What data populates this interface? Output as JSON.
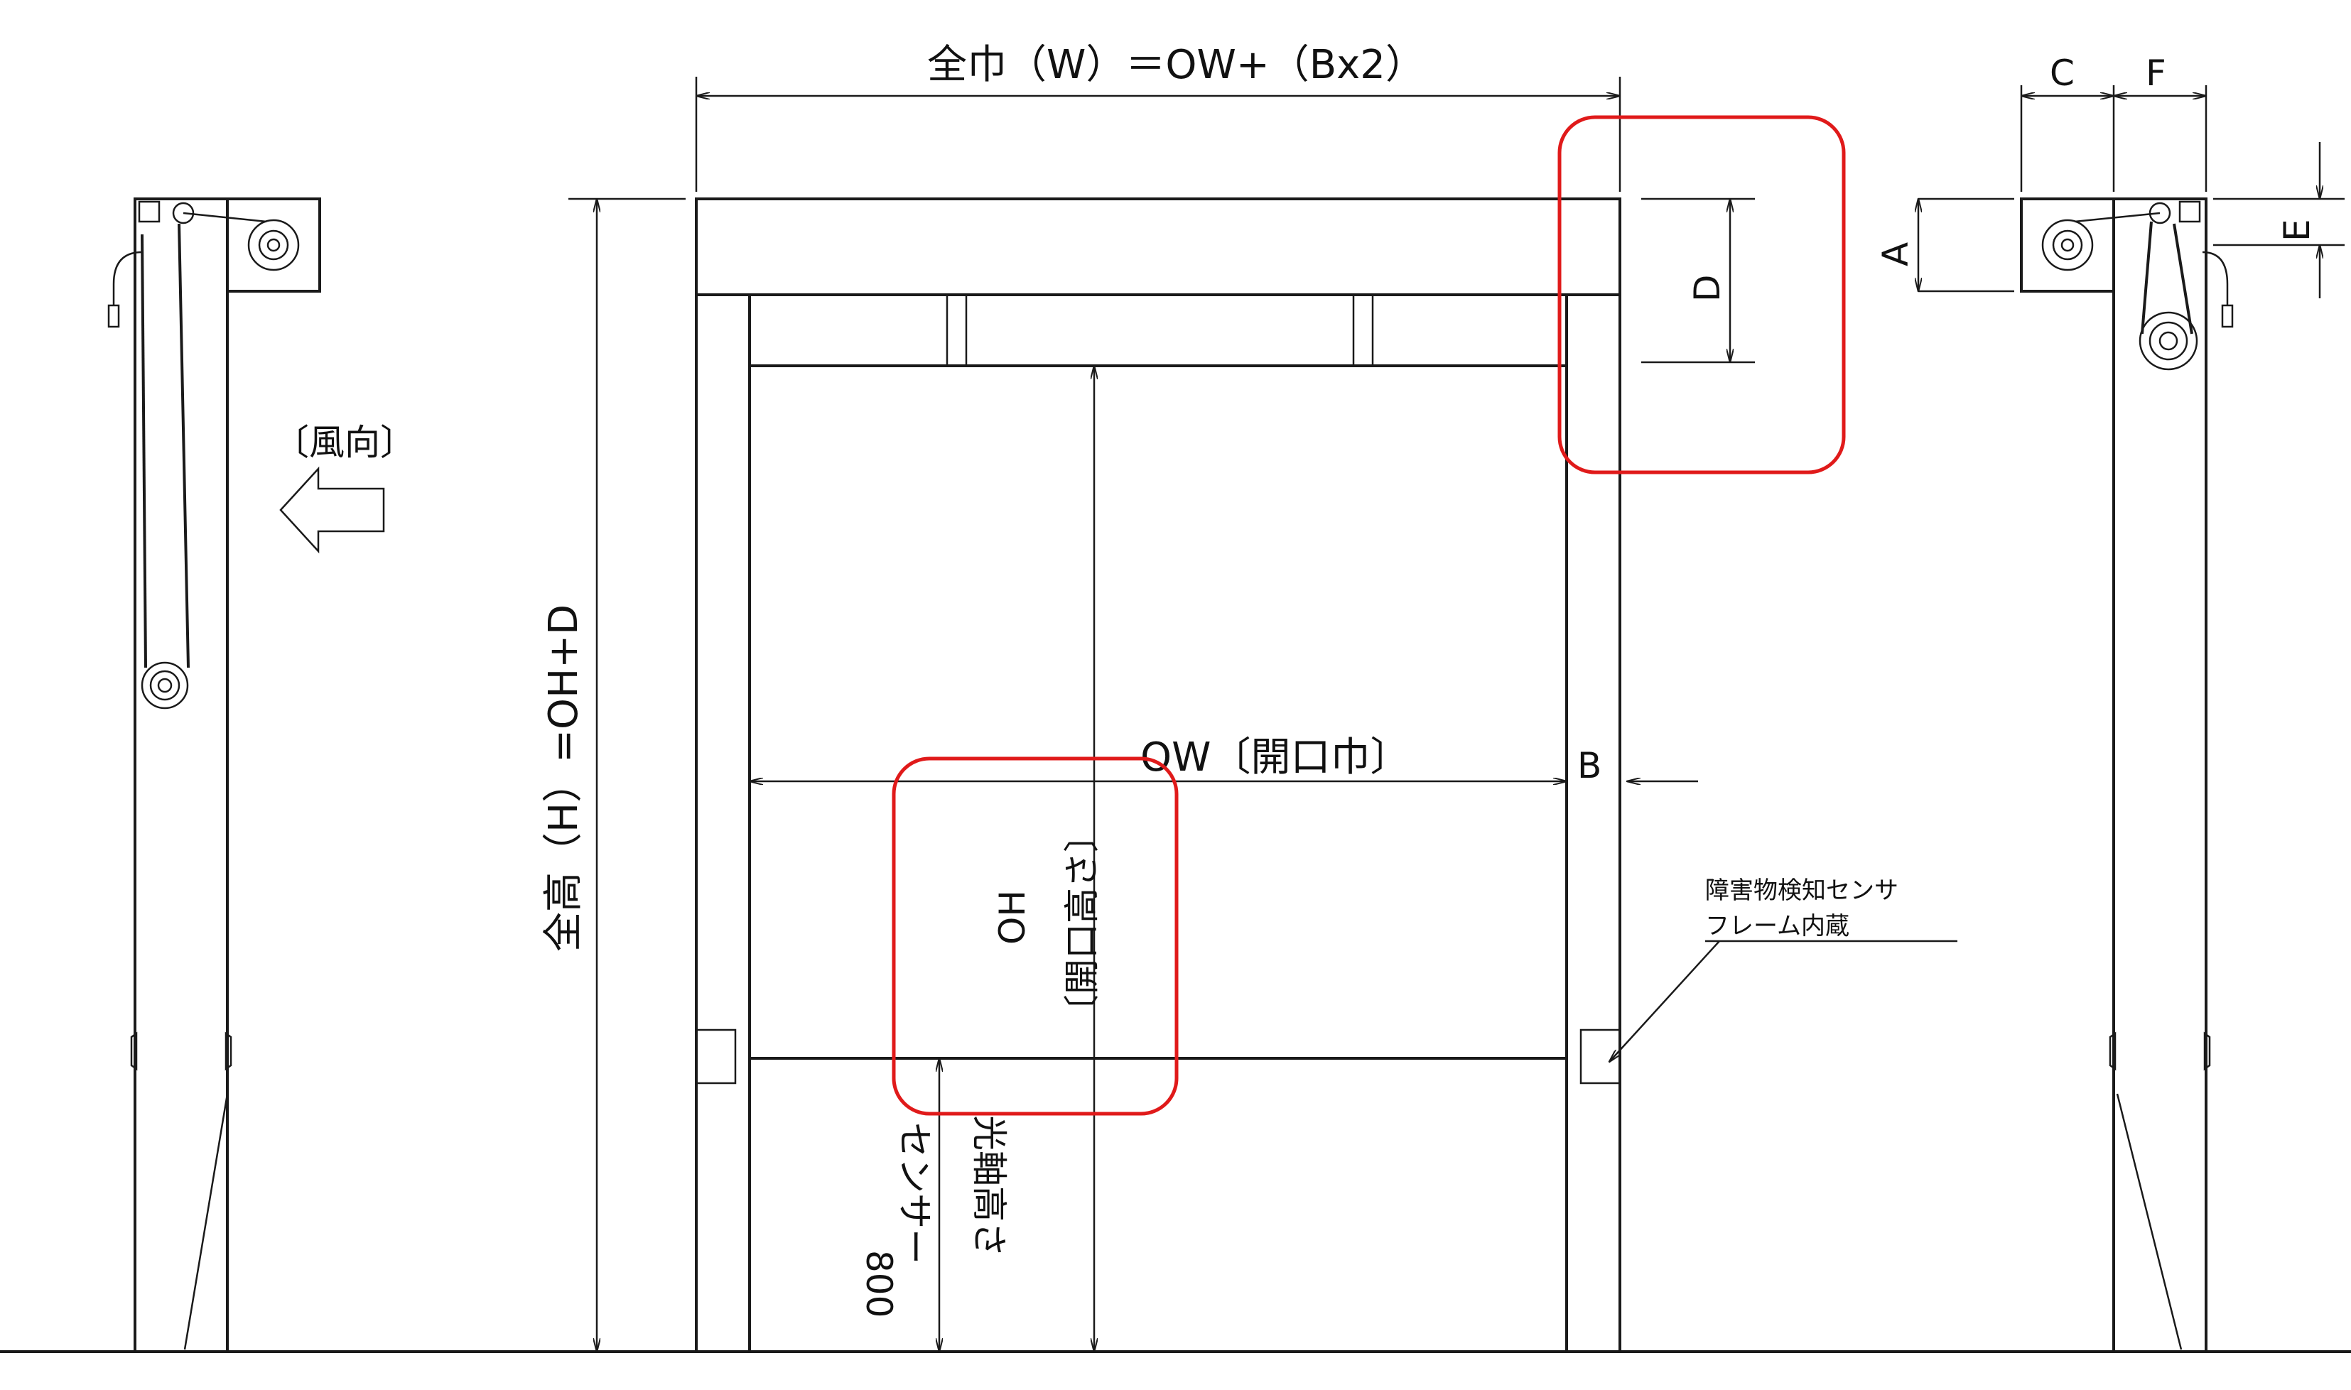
{
  "labels": {
    "total_width": "全巾（W）＝OW+（Bx2）",
    "total_height": "全高（H）=OH+D",
    "opening_width": "OW〔開口巾〕",
    "opening_height_main": "OH",
    "opening_height_sub": "〔開口高さ〕",
    "wind_direction": "〔風向〕",
    "sensor_height_value": "800",
    "sensor_label": "センサー",
    "sensor_axis_height": "光軸高さ",
    "obstacle_sensor_line1": "障害物検知センサ",
    "obstacle_sensor_line2": "フレーム内蔵",
    "dim_A": "A",
    "dim_B": "B",
    "dim_C": "C",
    "dim_D": "D",
    "dim_E": "E",
    "dim_F": "F"
  },
  "colors": {
    "line": "#1a1a1a",
    "highlight": "#e01a1a",
    "background": "#ffffff"
  }
}
